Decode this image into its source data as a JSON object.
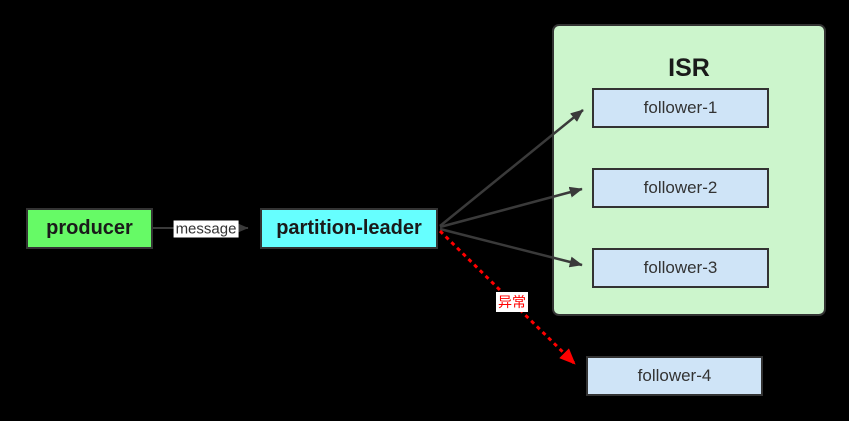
{
  "diagram": {
    "background_color": "#000000",
    "border_color": "#333333",
    "arrow_color": "#3a3a3a",
    "nodes": {
      "producer": {
        "label": "producer",
        "fill": "#66FA66"
      },
      "partition_leader": {
        "label": "partition-leader",
        "fill": "#66FFFF"
      },
      "isr_group": {
        "title": "ISR",
        "fill": "#CCF5CC"
      },
      "follower_1": {
        "label": "follower-1",
        "fill": "#CFE4F7"
      },
      "follower_2": {
        "label": "follower-2",
        "fill": "#CFE4F7"
      },
      "follower_3": {
        "label": "follower-3",
        "fill": "#CFE4F7"
      },
      "follower_4": {
        "label": "follower-4",
        "fill": "#CFE4F7"
      }
    },
    "edges": {
      "message": {
        "label": "message",
        "color": "#3a3a3a",
        "style": "solid"
      },
      "to_follower_1": {
        "color": "#3a3a3a",
        "style": "solid"
      },
      "to_follower_2": {
        "color": "#3a3a3a",
        "style": "solid"
      },
      "to_follower_3": {
        "color": "#3a3a3a",
        "style": "solid"
      },
      "exception": {
        "label": "异常",
        "color": "#FF0000",
        "style": "dashed"
      }
    }
  }
}
